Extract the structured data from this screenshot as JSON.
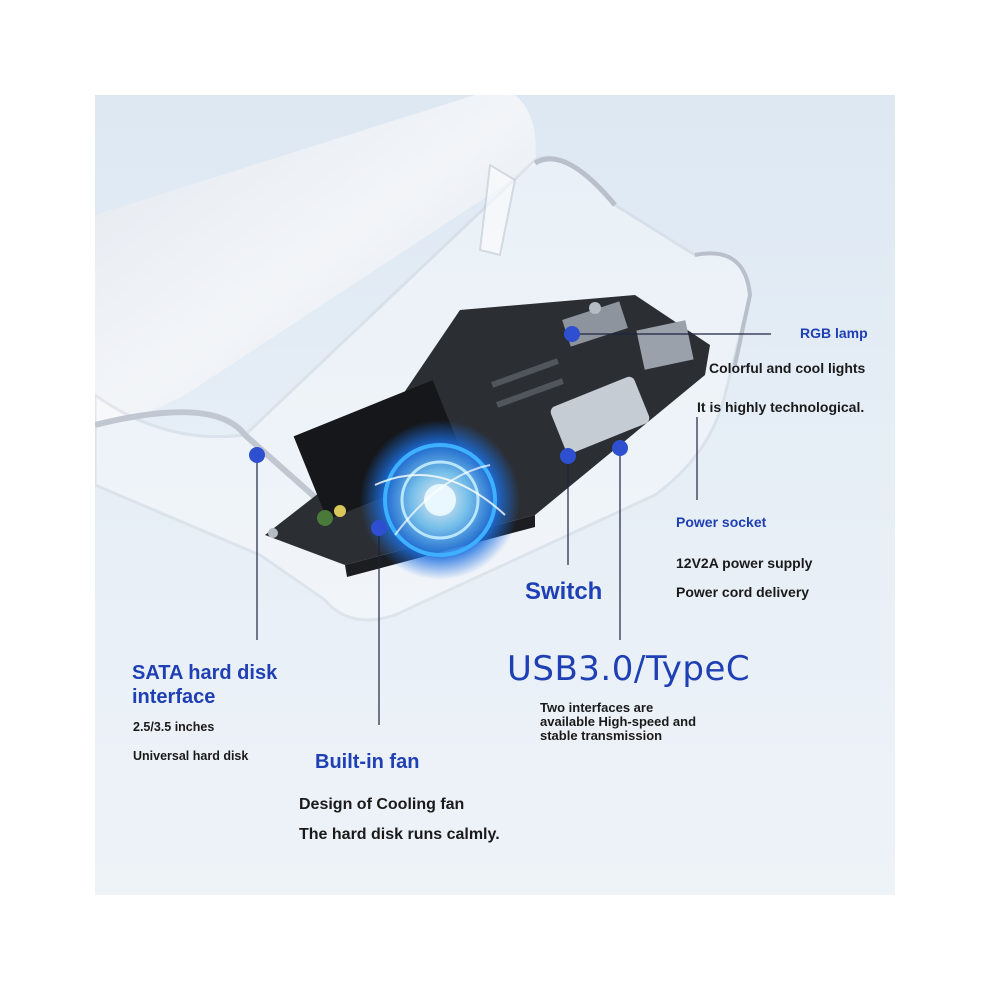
{
  "accent_color": "#2e4fd0",
  "callouts": {
    "rgb": {
      "title": "RGB lamp",
      "lines": [
        "Colorful and cool lights",
        "It is highly technological."
      ]
    },
    "power": {
      "title": "Power socket",
      "lines": [
        "12V2A power supply",
        "Power cord delivery"
      ]
    },
    "switch": {
      "title": "Switch"
    },
    "usb": {
      "title": "USB3.0/TypeC",
      "desc": "Two interfaces are available High-speed and stable transmission"
    },
    "sata": {
      "title_line1": "SATA hard disk",
      "title_line2": "interface",
      "lines": [
        "2.5/3.5 inches",
        "Universal hard disk"
      ]
    },
    "fan": {
      "title": "Built-in fan",
      "lines": [
        "Design of Cooling fan",
        "The hard disk runs calmly."
      ]
    }
  }
}
